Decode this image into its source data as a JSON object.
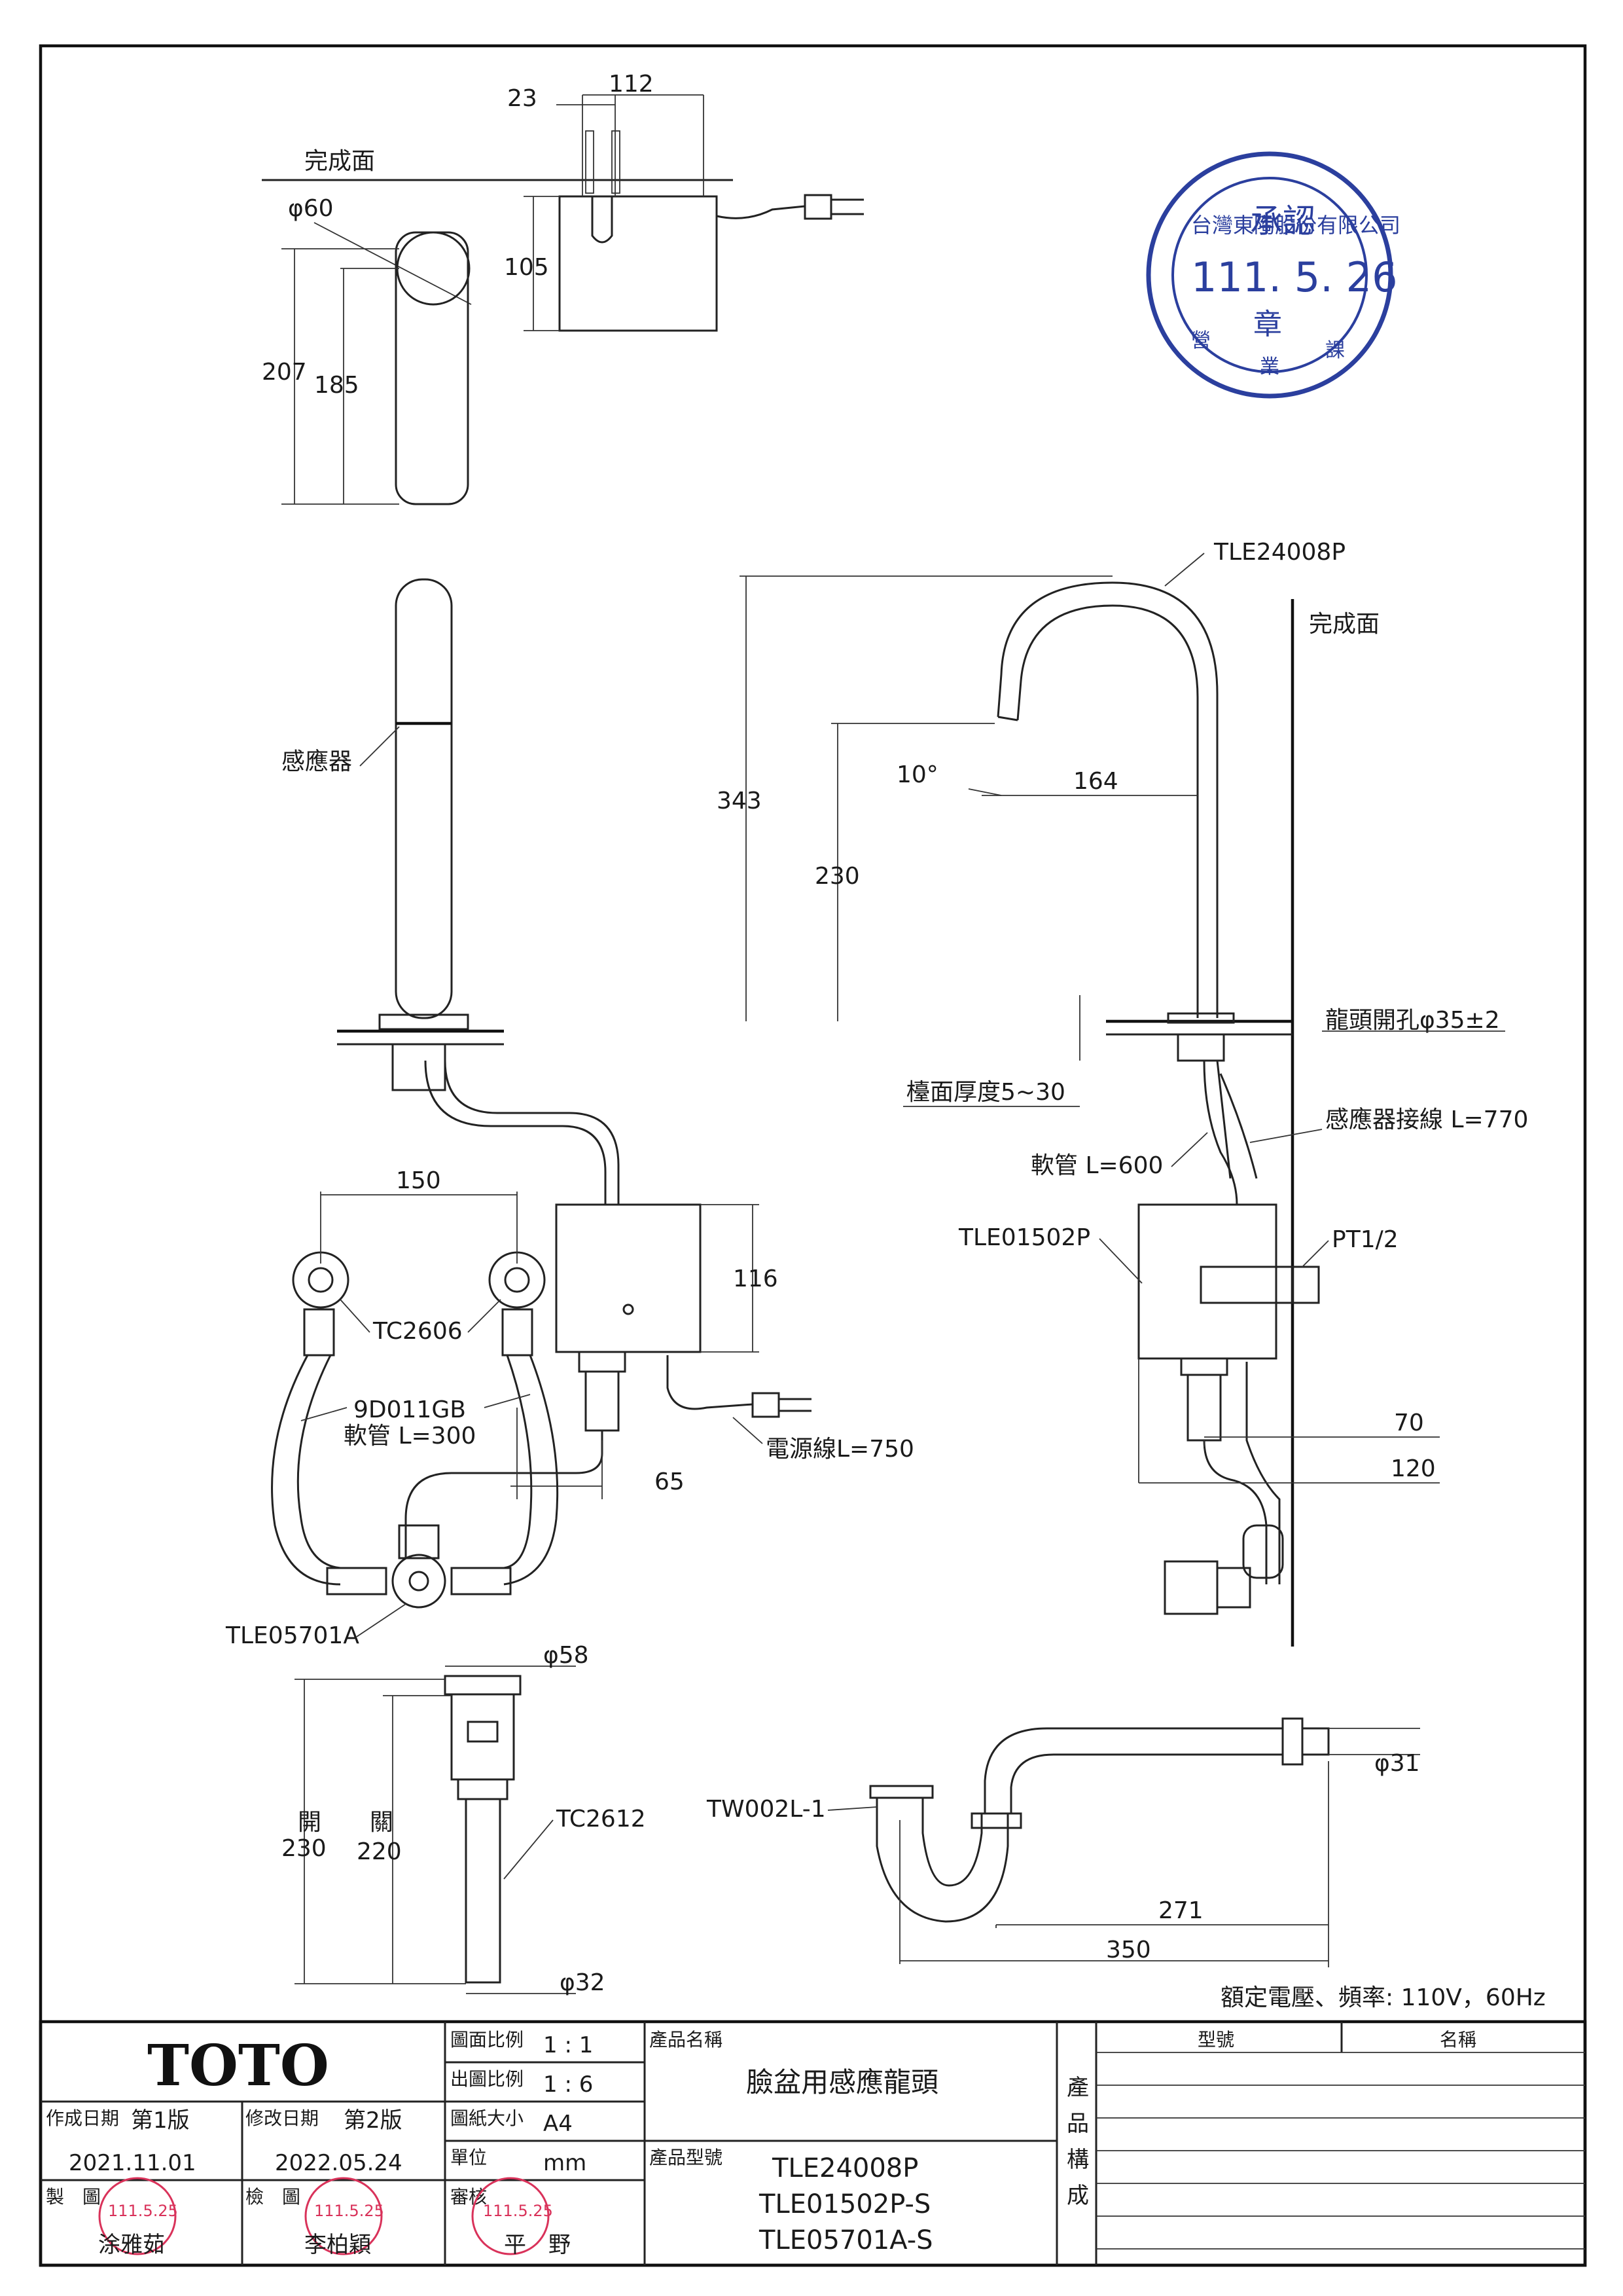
{
  "brand": "TOTO",
  "views": {
    "top_view": {
      "finish_surface": "完成面",
      "phi60": "φ60",
      "d23": "23",
      "d112": "112",
      "d105": "105",
      "d207": "207",
      "d185": "185"
    },
    "front_view": {
      "sensor": "感應器",
      "d150": "150",
      "tc2606": "TC2606",
      "hose_code": "9D011GB",
      "hose_len": "軟管 L=300",
      "d116": "116",
      "power_cord": "電源線L=750",
      "d65": "65",
      "valve": "TLE05701A"
    },
    "side_view": {
      "spout_model": "TLE24008P",
      "finish_surface": "完成面",
      "d343": "343",
      "angle": "10°",
      "d164": "164",
      "d230": "230",
      "tap_hole": "龍頭開孔φ35±2",
      "counter_thickness": "檯面厚度5~30",
      "sensor_cable": "感應器接線 L=770",
      "hose": "軟管 L=600",
      "control_box": "TLE01502P",
      "thread": "PT1/2",
      "d70": "70",
      "d120": "120"
    },
    "drain_view": {
      "phi58": "φ58",
      "open_label": "開",
      "open_val": "230",
      "close_label": "關",
      "close_val": "220",
      "model": "TC2612",
      "phi32": "φ32"
    },
    "trap_view": {
      "model": "TW002L-1",
      "phi31": "φ31",
      "d271": "271",
      "d350": "350"
    }
  },
  "rating": "額定電壓、頻率: 110V，60Hz",
  "stamp": {
    "company": "台灣東陶股份有限公司",
    "approved": "承認",
    "date": "111. 5. 26",
    "seal": "章",
    "dept1": "營",
    "dept2": "業",
    "dept3": "課"
  },
  "title_block": {
    "scale_drawing_label": "圖面比例",
    "scale_drawing": "1 : 1",
    "scale_print_label": "出圖比例",
    "scale_print": "1 : 6",
    "paper_label": "圖紙大小",
    "paper": "A4",
    "unit_label": "單位",
    "unit": "mm",
    "review_label": "審核",
    "reviewer": "平　野",
    "product_name_label": "產品名稱",
    "product_name": "臉盆用感應龍頭",
    "product_model_label": "產品型號",
    "models": [
      "TLE24008P",
      "TLE01502P-S",
      "TLE05701A-S"
    ],
    "created_label": "作成日期",
    "version1": "第1版",
    "created_date": "2021.11.01",
    "revised_label": "修改日期",
    "version2": "第2版",
    "revised_date": "2022.05.24",
    "maker_label": "製　圖",
    "maker": "涂雅茹",
    "checker_label": "檢　圖",
    "checker": "李柏穎",
    "composition": [
      "產",
      "品",
      "構",
      "成"
    ],
    "col_model": "型號",
    "col_name": "名稱",
    "seal_date_1": "111.5.25",
    "seal_date_2": "111.5.25",
    "seal_date_3": "111.5.25"
  }
}
